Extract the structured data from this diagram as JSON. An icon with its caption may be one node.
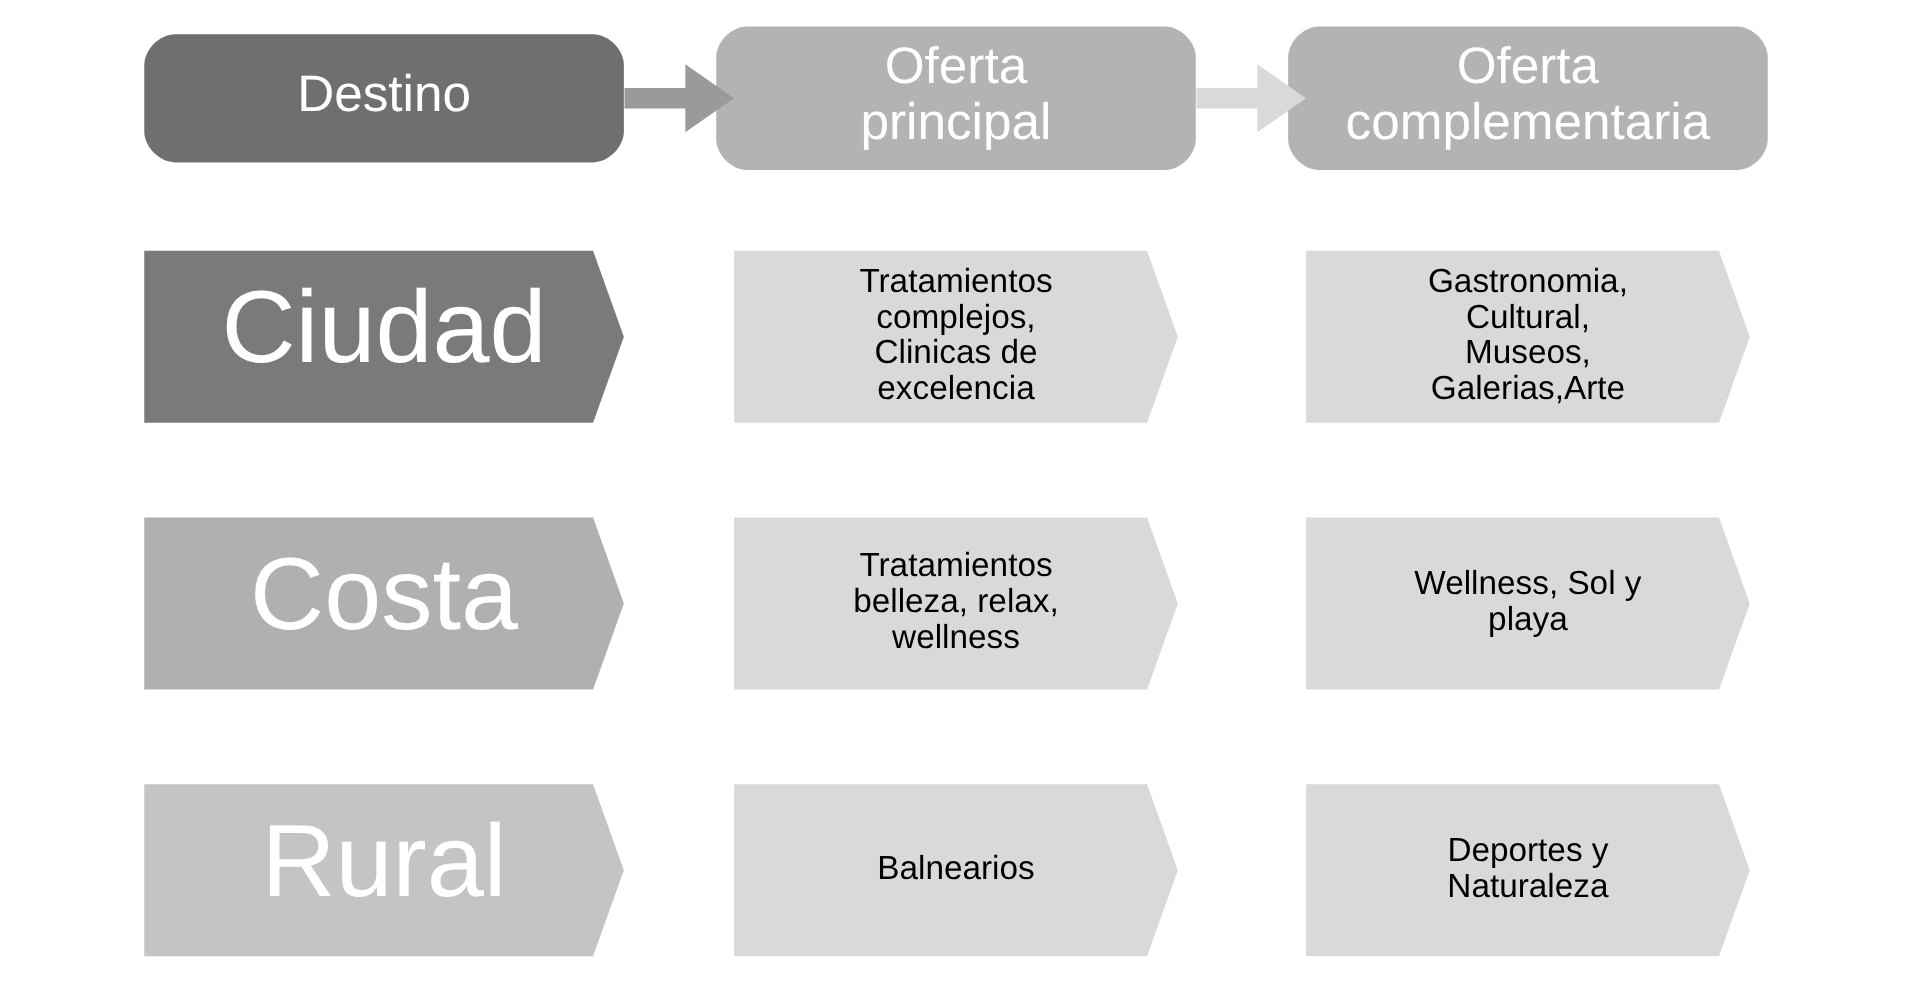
{
  "diagram": {
    "nodes": [
      {
        "text": [
          "Destino"
        ]
      },
      {
        "text": [
          "Oferta principal"
        ]
      },
      {
        "text": [
          "Oferta complementaria"
        ]
      },
      {
        "text": [
          "Ciudad"
        ]
      },
      {
        "text": [
          "Tratamientos complejos, Clinicas de excelencia"
        ]
      },
      {
        "text": [
          "Gastronomia, Cultural, Museos, Galerias,Arte"
        ]
      },
      {
        "text": [
          "Costa"
        ]
      },
      {
        "text": [
          "Tratamientos belleza, relax, wellness"
        ]
      },
      {
        "text": [
          "Wellness, Sol y playa"
        ]
      },
      {
        "text": [
          "Rural"
        ]
      },
      {
        "text": [
          "Balnearios"
        ]
      },
      {
        "text": [
          "Deportes y Naturaleza"
        ]
      }
    ],
    "edges": [
      {
        "from": 0,
        "to": 1,
        "arrow": "to",
        "color": "#9a9a9a"
      },
      {
        "from": 1,
        "to": 2,
        "arrow": "to",
        "color": "#d9d9d9"
      }
    ]
  }
}
